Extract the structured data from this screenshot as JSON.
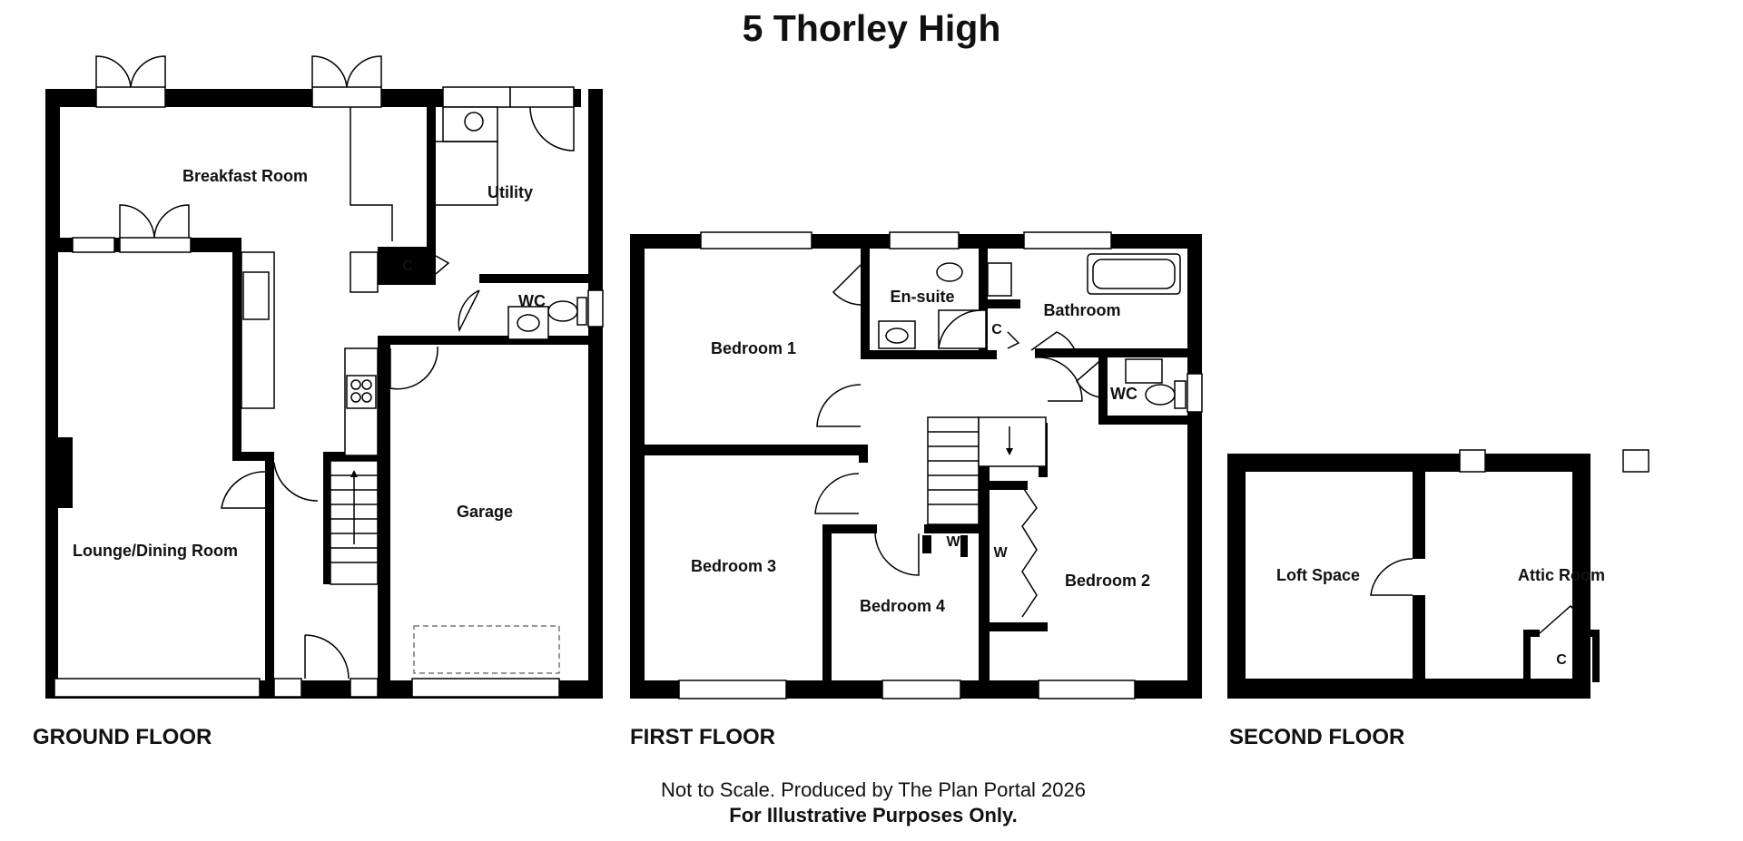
{
  "title": "5 Thorley High",
  "floors": {
    "ground": {
      "label": "GROUND FLOOR",
      "rooms": {
        "breakfast": "Breakfast Room",
        "utility": "Utility",
        "cupboard": "C",
        "wc": "WC",
        "garage": "Garage",
        "lounge": "Lounge/Dining Room"
      }
    },
    "first": {
      "label": "FIRST FLOOR",
      "rooms": {
        "ensuite": "En-suite",
        "bathroom": "Bathroom",
        "cupboard": "C",
        "wc": "WC",
        "bedroom1": "Bedroom 1",
        "bedroom2": "Bedroom 2",
        "bedroom3": "Bedroom 3",
        "bedroom4": "Bedroom 4",
        "wardrobe1": "W",
        "wardrobe2": "W"
      }
    },
    "second": {
      "label": "SECOND FLOOR",
      "rooms": {
        "loft": "Loft Space",
        "attic": "Attic Room",
        "cupboard": "C"
      }
    }
  },
  "footer": {
    "line1": "Not to Scale. Produced by The Plan Portal 2026",
    "line2": "For Illustrative Purposes Only."
  }
}
